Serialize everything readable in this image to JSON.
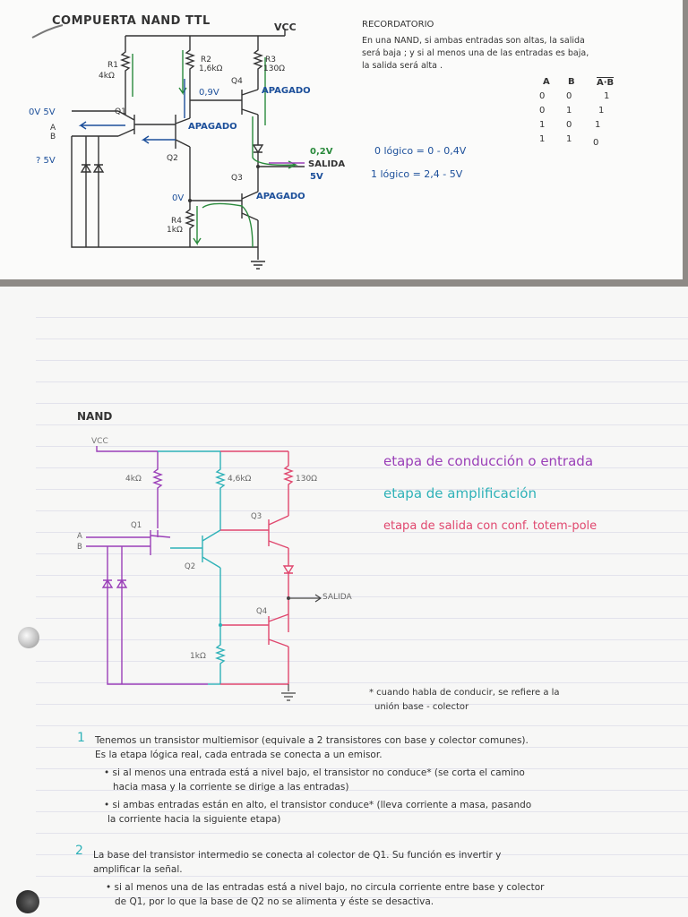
{
  "top": {
    "title": "COMPUERTA NAND TTL",
    "vcc": "VCC",
    "r1": {
      "name": "R1",
      "value": "4kΩ"
    },
    "r2": {
      "name": "R2",
      "value": "1,6kΩ"
    },
    "r3": {
      "name": "R3",
      "value": "130Ω"
    },
    "r4": {
      "name": "R4",
      "value": "1kΩ"
    },
    "q1": "Q1",
    "q2": "Q2",
    "q3": "Q3",
    "q4": "Q4",
    "input_a": "A",
    "input_b": "B",
    "ov_5v": "0V  5V",
    "q_5v": "? 5V",
    "v09": "0,9V",
    "ov": "0V",
    "apagado1": "APAGADO",
    "apagado2": "APAGADO",
    "apagado3": "APAGADO",
    "out_v": "0,2V",
    "salida": "SALIDA",
    "out_5v": "5V",
    "reminder_title": "RECORDATORIO",
    "reminder_lines": [
      "En una NAND, si ambas entradas son altas, la salida",
      "será baja ; y si al menos una de las entradas es baja,",
      "la salida será alta ."
    ],
    "logic0": "0 lógico  =  0 - 0,4V",
    "logic1": "1 lógico  =  2,4 - 5V",
    "truth_table": {
      "headers": [
        "A",
        "B",
        "A·B"
      ],
      "rows": [
        [
          "0",
          "0",
          "1"
        ],
        [
          "0",
          "1",
          "1"
        ],
        [
          "1",
          "0",
          "1"
        ],
        [
          "1",
          "1",
          "0"
        ]
      ]
    }
  },
  "bottom": {
    "title": "NAND",
    "vcc": "VCC",
    "r_4k": "4kΩ",
    "r_16k": "4,6kΩ",
    "r_130": "130Ω",
    "r_1k": "1kΩ",
    "q1": "Q1",
    "q2": "Q2",
    "q3": "Q3",
    "q4": "Q4",
    "input_a": "A",
    "input_b": "B",
    "salida": "SALIDA",
    "legend": [
      "etapa de conducción o entrada",
      "etapa de amplificación",
      "etapa de salida con conf. totem-pole"
    ],
    "note_lines": [
      "* cuando habla de conducir, se refiere a la",
      "unión base - colector"
    ],
    "p1_num": "1",
    "p1_lines": [
      "Tenemos un transistor multiemisor (equivale a 2 transistores con base y colector comunes).",
      "Es la etapa lógica real, cada entrada se conecta a un emisor.",
      "• si al menos una entrada está a nivel bajo, el transistor no conduce* (se corta el camino",
      "hacia masa y la corriente se dirige a las entradas)",
      "• si ambas entradas están en alto, el transistor conduce* (lleva corriente a masa, pasando",
      "la corriente hacia la siguiente etapa)"
    ],
    "p2_num": "2",
    "p2_lines": [
      "La base del transistor intermedio se conecta al colector de Q1. Su función es invertir y",
      "amplificar la señal.",
      "• si al menos una de las entradas está a nivel bajo, no circula corriente entre base y colector",
      "de Q1, por lo que la base de Q2 no se alimenta y éste se desactiva."
    ]
  }
}
